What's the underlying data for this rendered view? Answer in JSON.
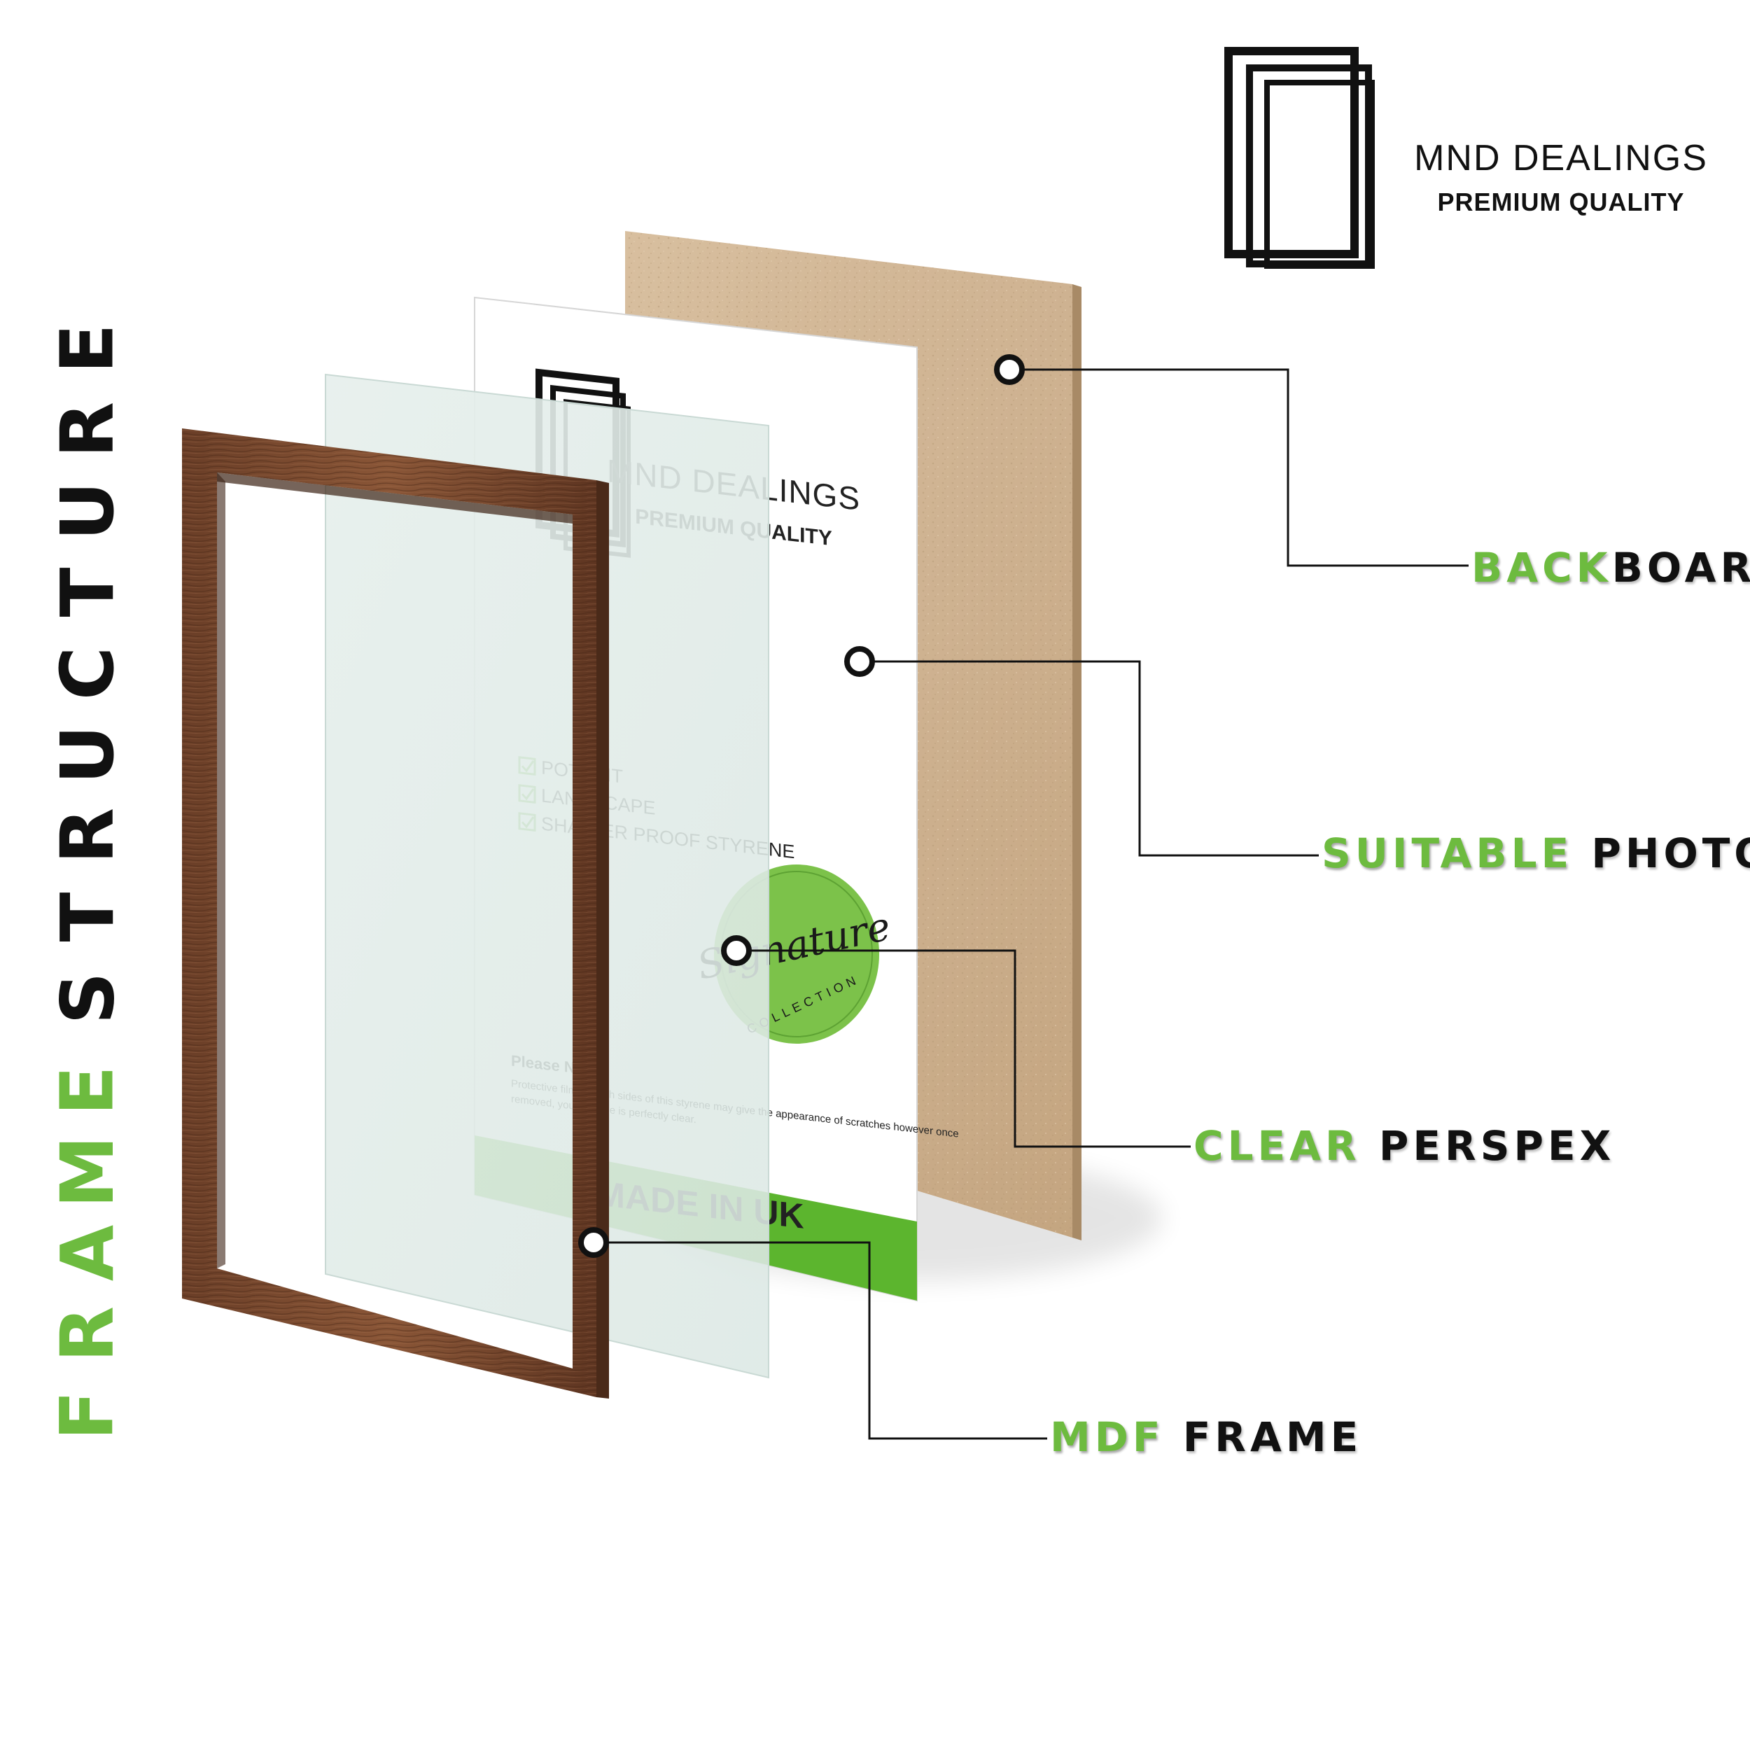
{
  "title": {
    "highlight": "FRAME",
    "rest": "STRUCTURE"
  },
  "brand": {
    "name": "MND DEALINGS",
    "tagline": "PREMIUM QUALITY"
  },
  "insert_card": {
    "brand": "MND DEALINGS",
    "tagline": "PREMIUM QUALITY",
    "features": [
      "POTRAIT",
      "LANDSCAPE",
      "SHATTER PROOF STYRENE"
    ],
    "badge": {
      "script": "Signature",
      "sub": "COLLECTION"
    },
    "note_title": "Please Note:",
    "note_line1": "Protective film on both sides of this styrene may give the appearance of scratches however once",
    "note_line2": "removed, your styrene is perfectly clear.",
    "banner": "MADE IN UK"
  },
  "callouts": [
    {
      "highlight": "BACK",
      "rest": "BOARD"
    },
    {
      "highlight": "SUITABLE",
      "rest": "PHOTO"
    },
    {
      "highlight": "CLEAR",
      "rest": "PERSPEX"
    },
    {
      "highlight": "MDF",
      "rest": "FRAME"
    }
  ],
  "colors": {
    "accent": "#6dbb3f",
    "text": "#111111",
    "frame_wood": "#7a4a32",
    "backboard": "#cfb392"
  }
}
